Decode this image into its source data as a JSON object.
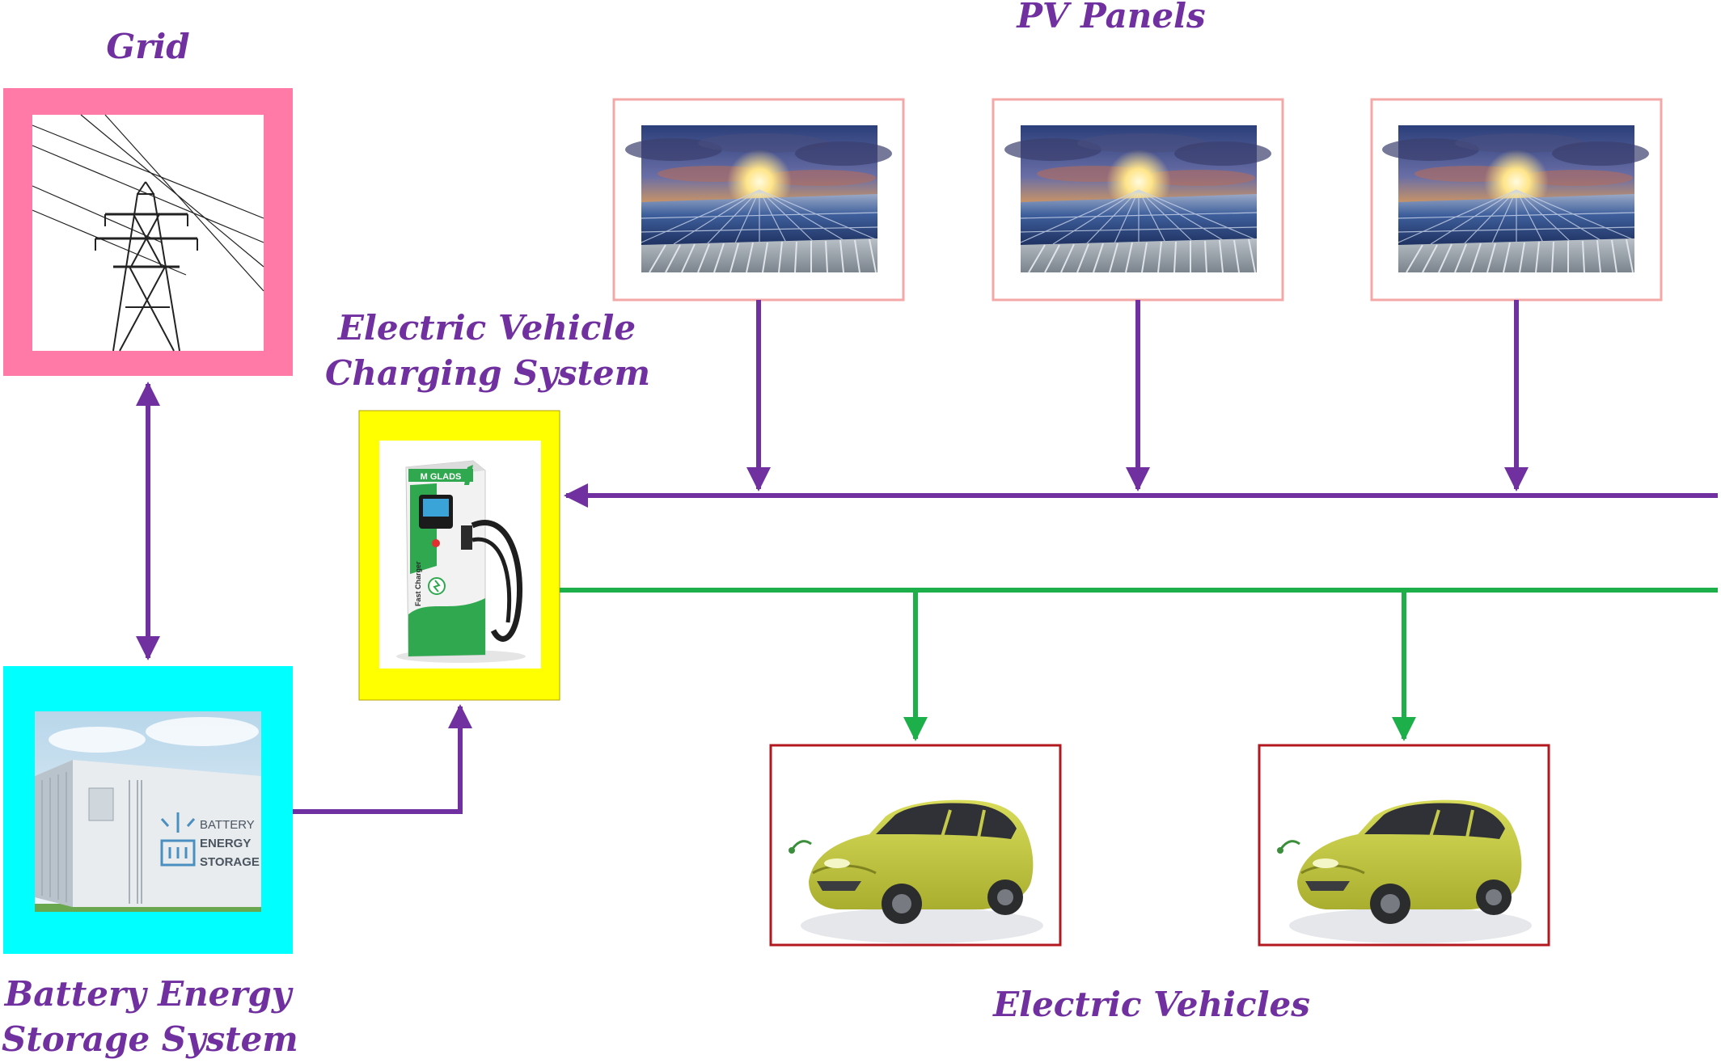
{
  "labels": {
    "grid": "Grid",
    "pv": "PV Panels",
    "evcs_line1": "Electric Vehicle",
    "evcs_line2": "Charging System",
    "bess_line1": "Battery Energy",
    "bess_line2": "Storage System",
    "ev": "Electric Vehicles"
  },
  "charger": {
    "brand": "M GLADS",
    "product": "Fast Charger"
  },
  "battery_container": {
    "line1": "BATTERY",
    "line2": "ENERGY",
    "line3": "STORAGE"
  },
  "colors": {
    "label": "#7030a0",
    "power_line": "#7030a0",
    "ev_line": "#1db04a",
    "grid_frame": "#ff7aa6",
    "bess_frame": "#00ffff",
    "evcs_frame": "#ffff00",
    "pv_frame": "#f4a7a7",
    "ev_frame": "#b3181f"
  },
  "icons": {
    "grid": "transmission-tower-icon",
    "pv": "solar-panel-sunset-icon",
    "evcs": "ev-charger-icon",
    "bess": "battery-container-icon",
    "ev": "electric-car-icon"
  }
}
